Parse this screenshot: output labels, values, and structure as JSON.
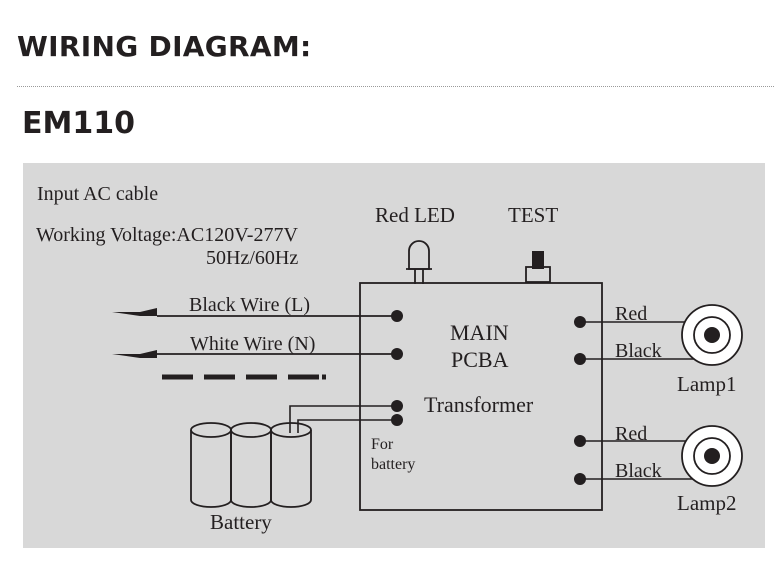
{
  "header": {
    "title": "WIRING DIAGRAM:",
    "model": "EM110"
  },
  "diagram": {
    "input_label": "Input AC cable",
    "voltage_line1": "Working Voltage:AC120V-277V",
    "voltage_line2": "50Hz/60Hz",
    "led_label": "Red LED",
    "test_label": "TEST",
    "black_wire": "Black Wire (L)",
    "white_wire": "White Wire (N)",
    "main_label_1": "MAIN",
    "main_label_2": "PCBA",
    "transformer_label": "Transformer",
    "for_label": "For",
    "battery_small_label": "battery",
    "battery_label": "Battery",
    "lamp1_red": "Red",
    "lamp1_black": "Black",
    "lamp1_label": "Lamp1",
    "lamp2_red": "Red",
    "lamp2_black": "Black",
    "lamp2_label": "Lamp2"
  },
  "colors": {
    "panel_bg": "#d8d8d8",
    "ink": "#231f20"
  }
}
